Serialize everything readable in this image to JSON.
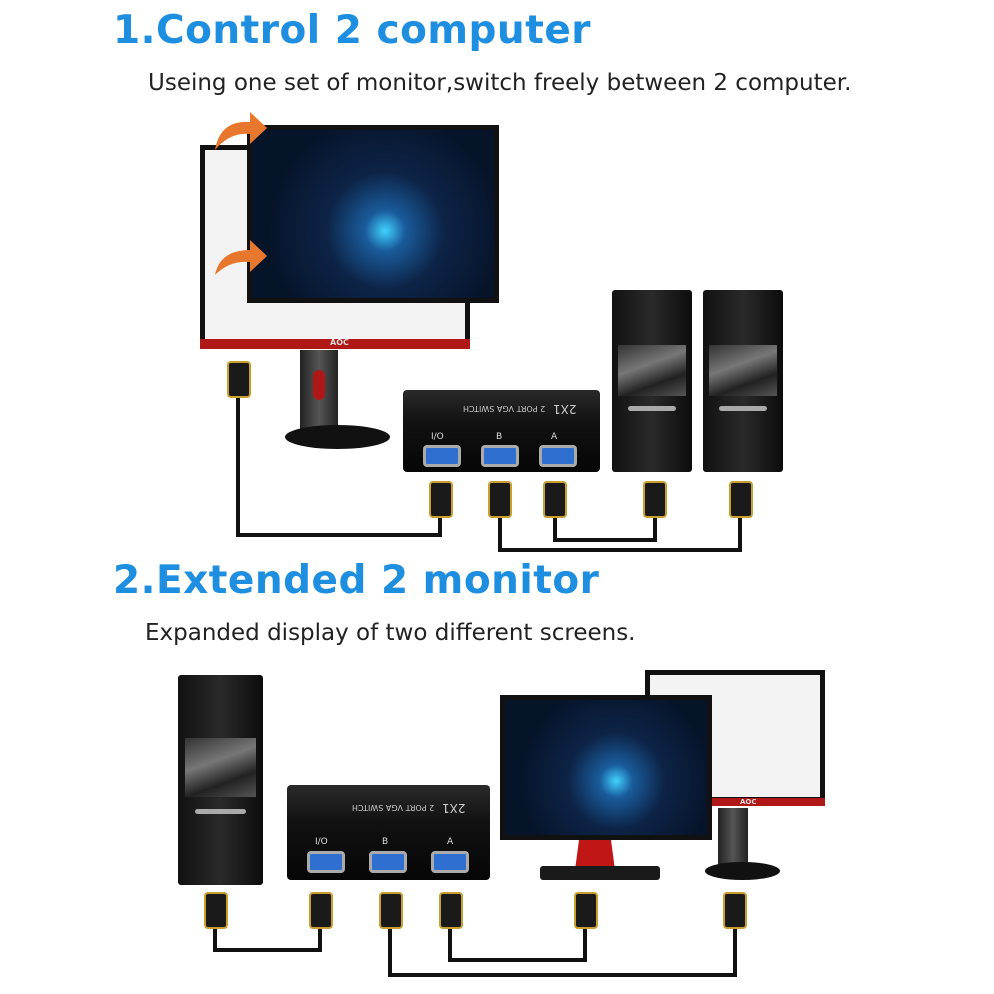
{
  "section1": {
    "title": "1.Control 2 computer",
    "subtitle": "Useing one set of monitor,switch freely between 2 computer."
  },
  "section2": {
    "title": "2.Extended 2 monitor",
    "subtitle": "Expanded display of two different screens."
  },
  "switch": {
    "model": "2 PORT VGA SWITCH",
    "badge": "2X1",
    "ports": [
      "I/O",
      "B",
      "A"
    ]
  },
  "monitor_brand": "AOC",
  "colors": {
    "accent": "#1e8ee0",
    "arrow": "#e8772e",
    "bezel_red": "#b01818",
    "vga_port": "#2f6fd0"
  }
}
